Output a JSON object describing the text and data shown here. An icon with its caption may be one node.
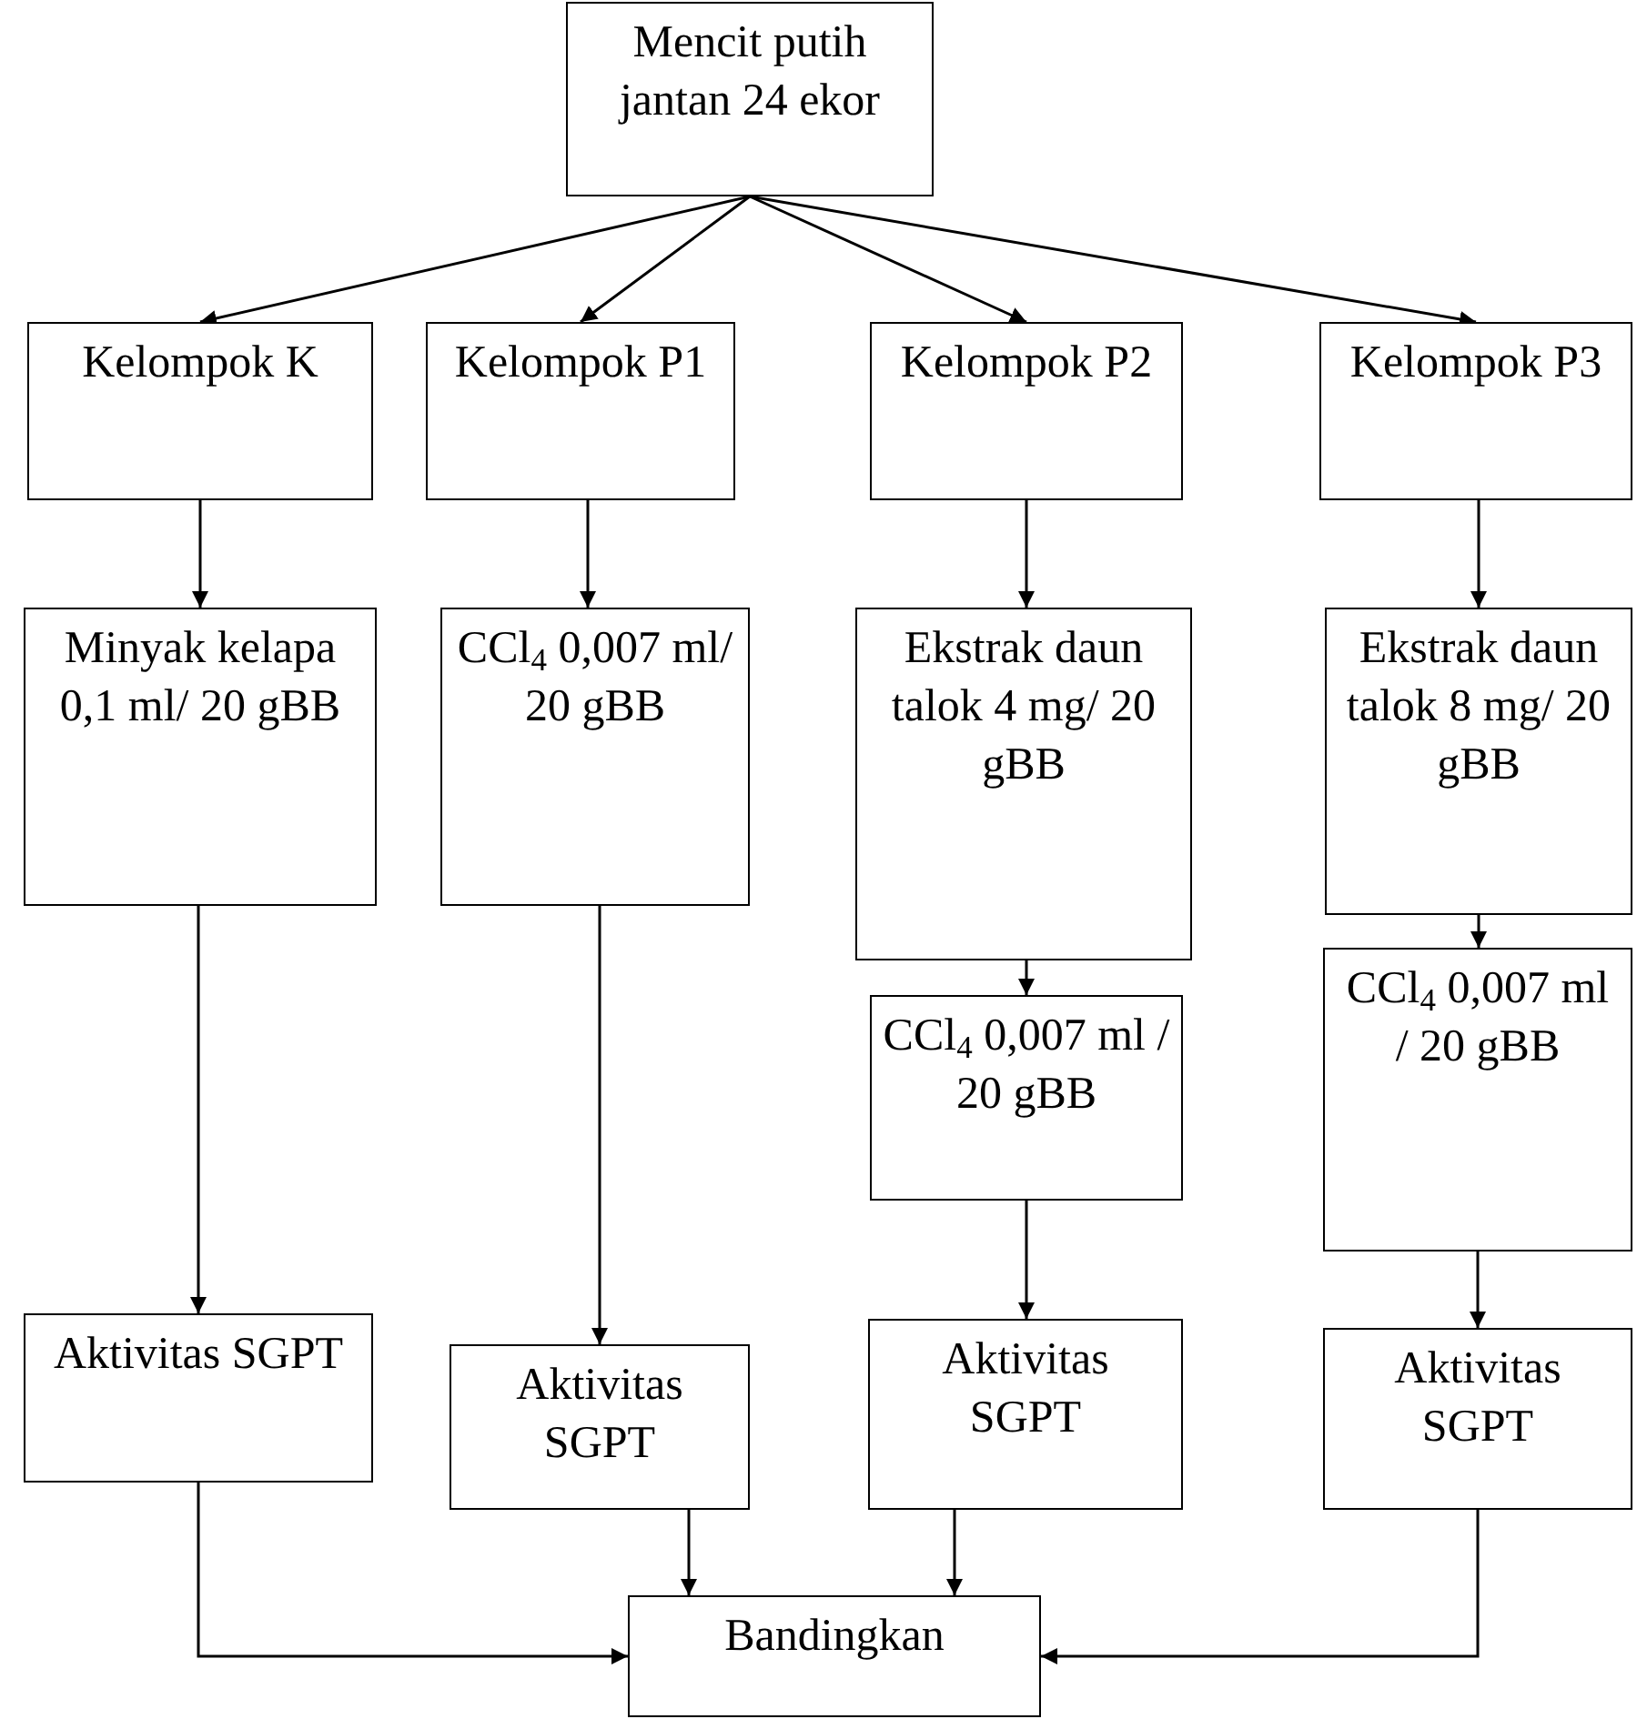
{
  "diagram": {
    "nodes": [
      {
        "text": [
          "Mencit putih jantan 24 ekor"
        ]
      },
      {
        "text": [
          "Kelompok K"
        ]
      },
      {
        "text": [
          "Kelompok P1"
        ]
      },
      {
        "text": [
          "Kelompok P2"
        ]
      },
      {
        "text": [
          "Kelompok P3"
        ]
      },
      {
        "text": [
          "Minyak kelapa 0,1 ml/ 20 gBB"
        ]
      },
      {
        "text": [
          "CCl$_{4}$ 0,007 ml/ 20 gBB"
        ]
      },
      {
        "text": [
          "Ekstrak daun talok 4 mg/ 20 gBB"
        ]
      },
      {
        "text": [
          "Ekstrak daun talok 8 mg/ 20 gBB"
        ]
      },
      {
        "text": [
          "CCl$_{4}$ 0,007 ml / 20 gBB"
        ]
      },
      {
        "text": [
          "CCl$_{4}$ 0,007 ml / 20 gBB"
        ]
      },
      {
        "text": [
          "Aktivitas SGPT"
        ]
      },
      {
        "text": [
          "Aktivitas SGPT"
        ]
      },
      {
        "text": [
          "Aktivitas SGPT"
        ]
      },
      {
        "text": [
          "Aktivitas SGPT"
        ]
      },
      {
        "text": [
          "Bandingkan"
        ]
      }
    ],
    "edges": [
      {
        "from": 0,
        "to": 1,
        "arrow": "to"
      },
      {
        "from": 0,
        "to": 2,
        "arrow": "to"
      },
      {
        "from": 0,
        "to": 3,
        "arrow": "to"
      },
      {
        "from": 0,
        "to": 4,
        "arrow": "to"
      },
      {
        "from": 1,
        "to": 5,
        "arrow": "to"
      },
      {
        "from": 2,
        "to": 6,
        "arrow": "to"
      },
      {
        "from": 3,
        "to": 7,
        "arrow": "to"
      },
      {
        "from": 4,
        "to": 8,
        "arrow": "to"
      },
      {
        "from": 7,
        "to": 9,
        "arrow": "to"
      },
      {
        "from": 8,
        "to": 10,
        "arrow": "to"
      },
      {
        "from": 5,
        "to": 11,
        "arrow": "to"
      },
      {
        "from": 6,
        "to": 12,
        "arrow": "to"
      },
      {
        "from": 9,
        "to": 13,
        "arrow": "to"
      },
      {
        "from": 10,
        "to": 14,
        "arrow": "to"
      },
      {
        "from": 11,
        "to": 15,
        "arrow": "to"
      },
      {
        "from": 12,
        "to": 15,
        "arrow": "to"
      },
      {
        "from": 13,
        "to": 15,
        "arrow": "to"
      },
      {
        "from": 14,
        "to": 15,
        "arrow": "to"
      }
    ]
  }
}
